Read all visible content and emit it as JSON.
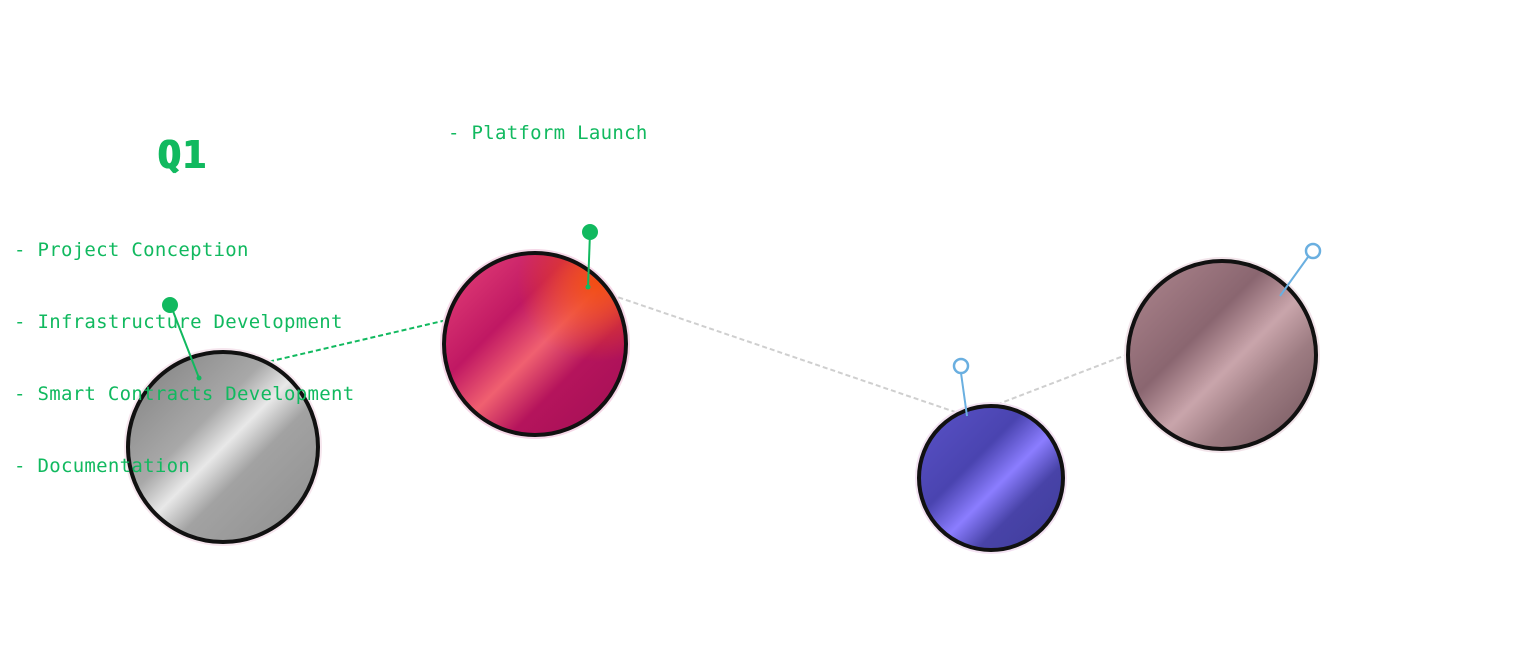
{
  "colors": {
    "accent_green": "#11b95f",
    "accent_blue": "#6aafe0",
    "path_gray": "#cfcfcf",
    "planet_outline": "#111111",
    "planet_halo": "#f3d6e6"
  },
  "milestones": [
    {
      "id": "q1",
      "heading": "Q1",
      "items": [
        "- Project Conception",
        "- Infrastructure Development",
        "- Smart Contracts Development",
        "- Documentation"
      ],
      "status": "done",
      "planet": {
        "name": "gray-planet",
        "base": "#9a9a9a",
        "shade": "#5c5c5c",
        "light": "#e6e6e6"
      }
    },
    {
      "id": "q2",
      "heading": "",
      "items": [
        "- Platform Launch"
      ],
      "status": "done",
      "planet": {
        "name": "magenta-planet",
        "base": "#b9145f",
        "shade": "#9e0d55",
        "light": "#f3527a",
        "warm": "#f0501a"
      }
    },
    {
      "id": "q3",
      "heading": "",
      "items": [],
      "status": "upcoming",
      "planet": {
        "name": "blue-planet",
        "base": "#4a44b0",
        "shade": "#3b3a9c",
        "light": "#8a7cff"
      }
    },
    {
      "id": "q4",
      "heading": "",
      "items": [],
      "status": "upcoming",
      "planet": {
        "name": "mauve-planet",
        "base": "#8a6670",
        "shade": "#6e4f59",
        "light": "#c6a2a8"
      }
    }
  ]
}
